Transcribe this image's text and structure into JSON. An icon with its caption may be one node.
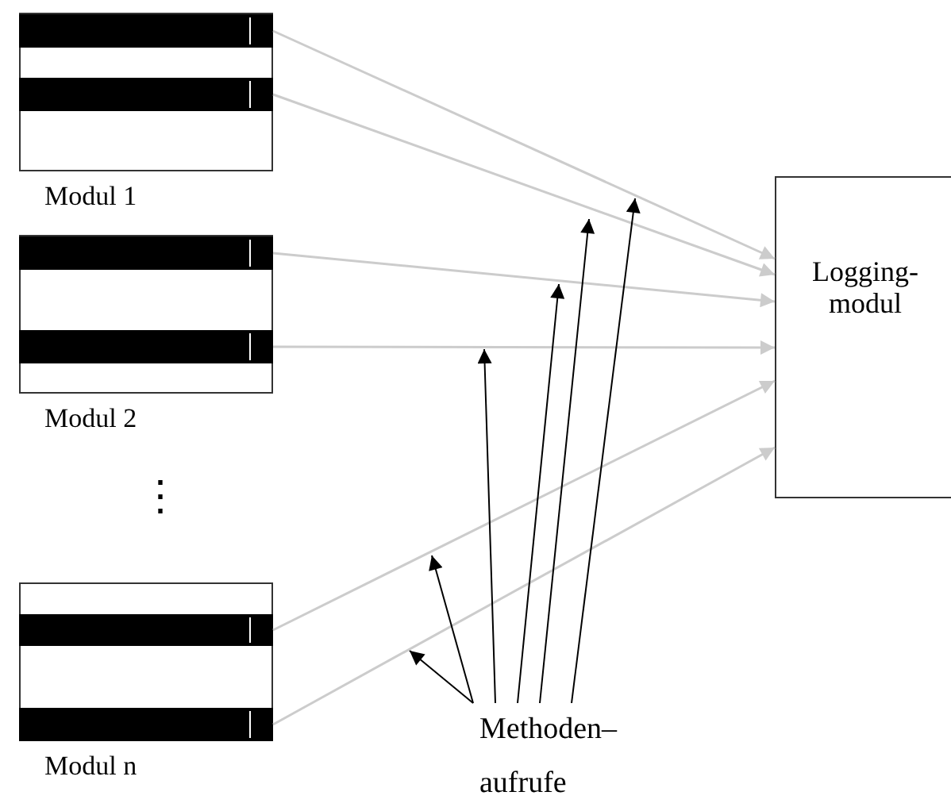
{
  "diagram": {
    "nodes": [
      {
        "text": [
          "Modul 1"
        ]
      },
      {
        "text": [],
        "shape": "bar",
        "in": 0
      },
      {
        "text": [],
        "shape": "bar",
        "in": 0
      },
      {
        "text": [
          "Modul 2"
        ]
      },
      {
        "text": [],
        "shape": "bar",
        "in": 3
      },
      {
        "text": [],
        "shape": "bar",
        "in": 3
      },
      {
        "text": [
          "Modul n"
        ]
      },
      {
        "text": [],
        "shape": "bar",
        "in": 6
      },
      {
        "text": [],
        "shape": "bar",
        "in": 6
      },
      {
        "text": [
          "Logging- modul"
        ]
      },
      {
        "text": [
          "Methoden– aufrufe"
        ]
      }
    ],
    "edges": [
      {
        "from": 1,
        "to": 9,
        "arrow": "to",
        "color": "#cccccc"
      },
      {
        "from": 2,
        "to": 9,
        "arrow": "to",
        "color": "#cccccc"
      },
      {
        "from": 4,
        "to": 9,
        "arrow": "to",
        "color": "#cccccc"
      },
      {
        "from": 5,
        "to": 9,
        "arrow": "to",
        "color": "#cccccc"
      },
      {
        "from": 7,
        "to": 9,
        "arrow": "to",
        "color": "#cccccc"
      },
      {
        "from": 8,
        "to": 9,
        "arrow": "to",
        "color": "#cccccc"
      },
      {
        "from": 10,
        "to": null,
        "arrow": "to",
        "color": "#000000"
      },
      {
        "from": 10,
        "to": null,
        "arrow": "to",
        "color": "#000000"
      },
      {
        "from": 10,
        "to": null,
        "arrow": "to",
        "color": "#000000"
      },
      {
        "from": 10,
        "to": null,
        "arrow": "to",
        "color": "#000000"
      },
      {
        "from": 10,
        "to": null,
        "arrow": "to",
        "color": "#000000"
      },
      {
        "from": 10,
        "to": null,
        "arrow": "to",
        "color": "#000000"
      }
    ],
    "labels": [
      "⋮"
    ]
  }
}
